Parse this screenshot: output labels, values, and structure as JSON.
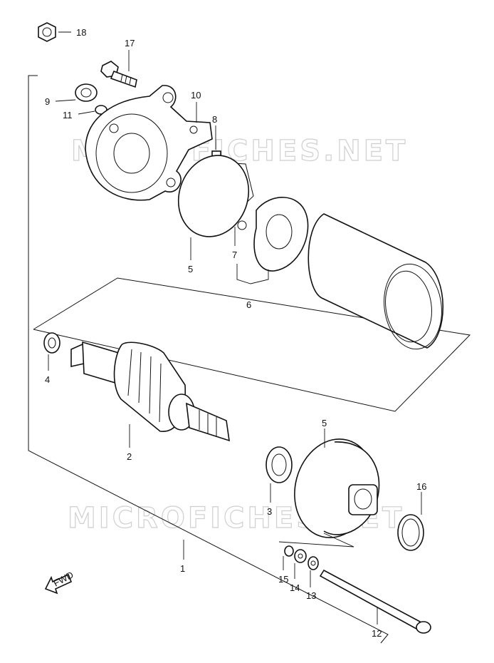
{
  "watermarks": [
    "MICROFICHES.NET",
    "MICROFICHES.NET"
  ],
  "fwd_label": "FWD",
  "callouts": [
    "18",
    "17",
    "9",
    "11",
    "10",
    "8",
    "5",
    "7",
    "6",
    "4",
    "2",
    "5",
    "3",
    "16",
    "1",
    "15",
    "14",
    "13",
    "12"
  ]
}
